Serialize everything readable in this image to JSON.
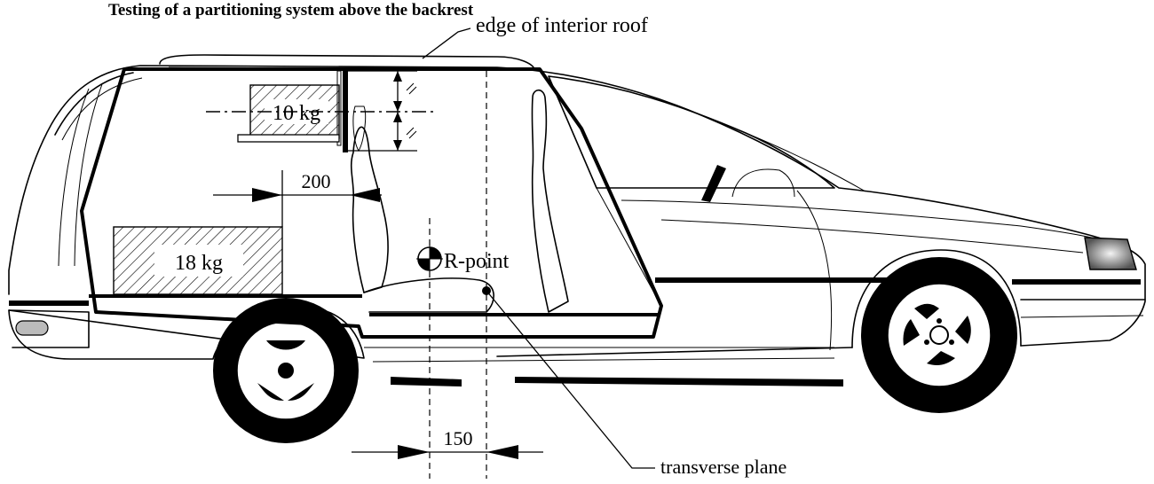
{
  "title": "Testing of a partitioning system above the backrest",
  "labels": {
    "roof_edge": "edge of interior roof",
    "mass_upper": "10 kg",
    "mass_lower": "18 kg",
    "dim_upper": "200",
    "dim_lower": "150",
    "r_point": "R-point",
    "transverse_plane": "transverse plane"
  }
}
